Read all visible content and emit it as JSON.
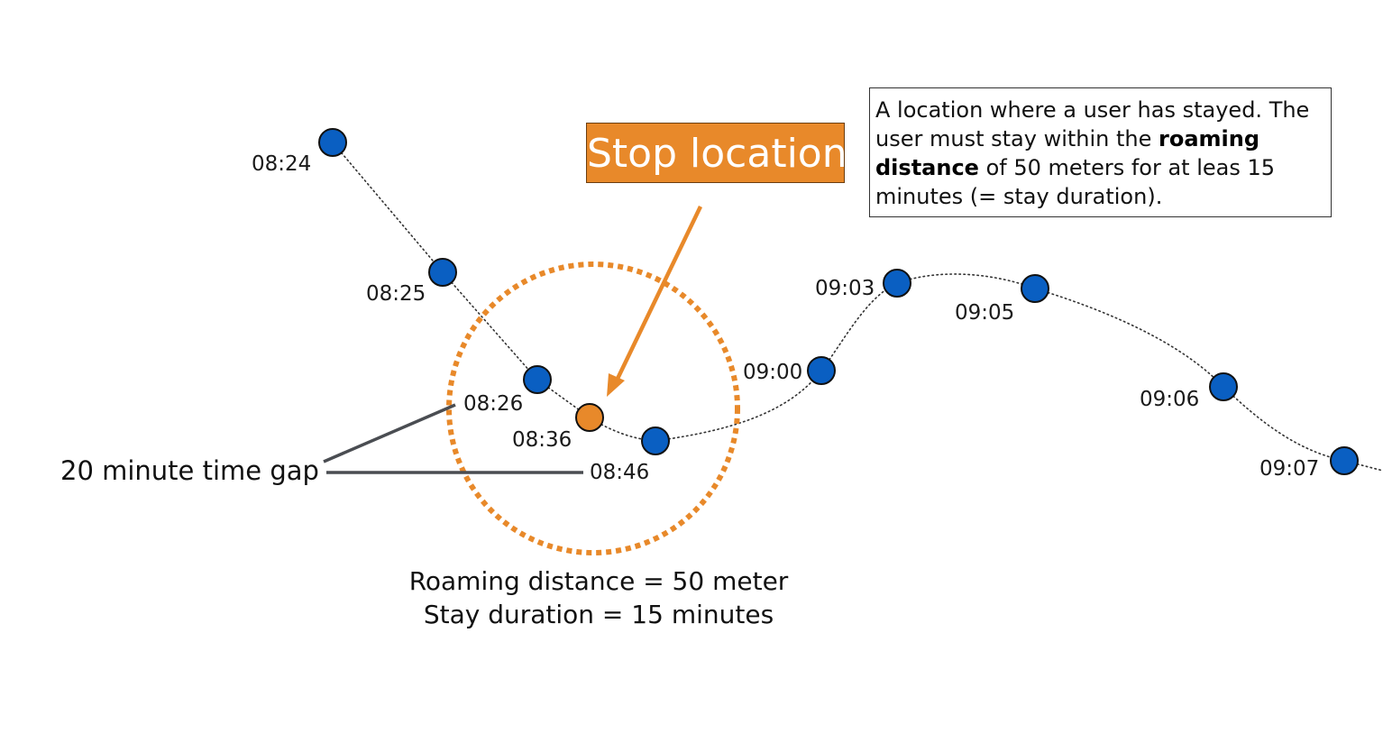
{
  "stop_box": {
    "label": "Stop location"
  },
  "definition": {
    "text_before": "A location where a user has stayed. The user must stay within the ",
    "bold_text": "roaming distance",
    "text_after": " of 50 meters for at leas 15 minutes (= stay duration)."
  },
  "gap": {
    "label": "20 minute time gap"
  },
  "caption": {
    "roaming": "Roaming distance = 50 meter",
    "stay": "Stay duration = 15 minutes"
  },
  "points": [
    {
      "time": "08:24",
      "kind": "location"
    },
    {
      "time": "08:25",
      "kind": "location"
    },
    {
      "time": "08:26",
      "kind": "location"
    },
    {
      "time": "08:36",
      "kind": "stop"
    },
    {
      "time": "08:46",
      "kind": "location"
    },
    {
      "time": "09:00",
      "kind": "location"
    },
    {
      "time": "09:03",
      "kind": "location"
    },
    {
      "time": "09:05",
      "kind": "location"
    },
    {
      "time": "09:06",
      "kind": "location"
    },
    {
      "time": "09:07",
      "kind": "location"
    }
  ],
  "colors": {
    "location_point": "#0a5fc2",
    "stop_point": "#e8892a",
    "accent": "#e8892a",
    "gap_line": "#4a4d52"
  }
}
